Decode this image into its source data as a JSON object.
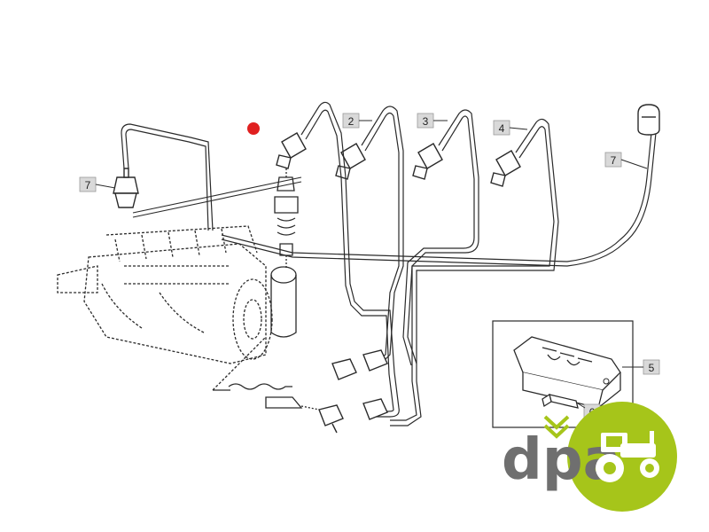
{
  "callouts": [
    {
      "id": "c7a",
      "label": "7"
    },
    {
      "id": "c2",
      "label": "2"
    },
    {
      "id": "c3",
      "label": "3"
    },
    {
      "id": "c4",
      "label": "4"
    },
    {
      "id": "c7b",
      "label": "7"
    },
    {
      "id": "c5",
      "label": "5"
    },
    {
      "id": "c6",
      "label": "6"
    }
  ],
  "logo": {
    "text": "dpa"
  },
  "colors": {
    "line": "#2a2a2a",
    "marker": "#e02020",
    "logo_gray": "#6f6f6f",
    "logo_green": "#a6c51a",
    "callout_box": "#d9d9d9"
  },
  "icons": [
    "red-dot-marker",
    "tractor-icon",
    "gear-icon"
  ]
}
